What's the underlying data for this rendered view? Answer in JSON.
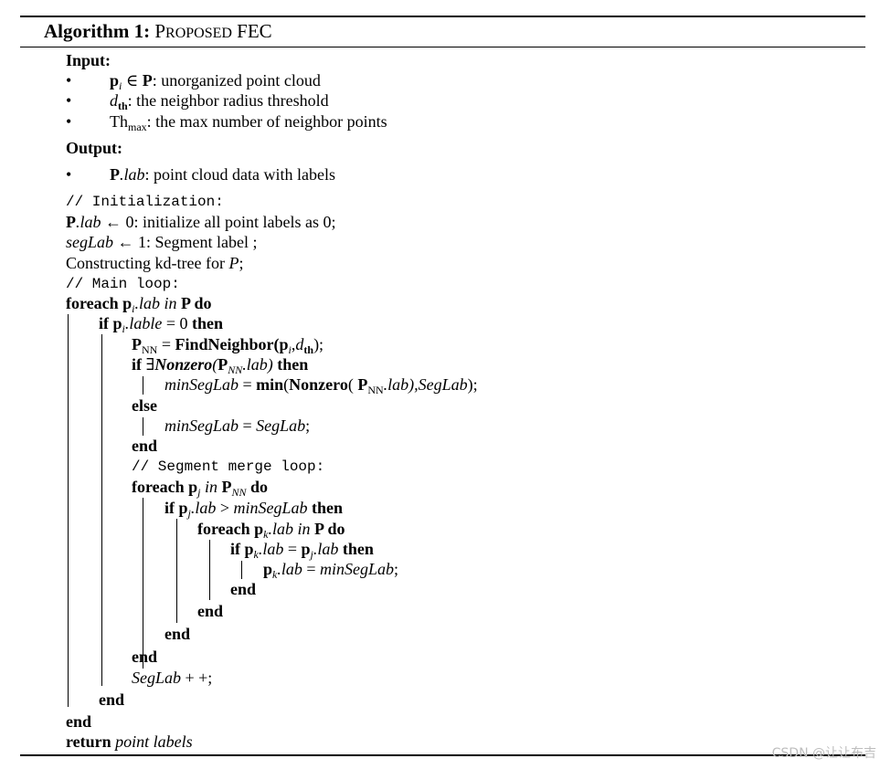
{
  "algorithm": {
    "label": "Algorithm 1:",
    "title_first": "P",
    "title_small": "ROPOSED",
    "title_rest": " FEC"
  },
  "input": {
    "heading": "Input:",
    "bullet": "•",
    "items": [
      {
        "sym": "p",
        "sub": "i",
        "rel": " ∈ ",
        "set": "P",
        "desc": ": unorganized point cloud"
      },
      {
        "sym": "d",
        "sub": "th",
        "desc": ": the neighbor radius threshold"
      },
      {
        "sym": "Th",
        "sub": "max",
        "desc": ": the max number of neighbor points"
      }
    ]
  },
  "output": {
    "heading": "Output:",
    "items": [
      {
        "sym": "P",
        "field": ".lab",
        "desc": ": point cloud data with labels"
      }
    ]
  },
  "body": {
    "comment_init": "// Initialization:",
    "init1": {
      "sym": "P",
      "field": ".lab",
      "rest": " ← 0: initialize all point labels as 0;"
    },
    "init2": {
      "var": "segLab",
      "rest": " ← 1: Segment label ;"
    },
    "init3": {
      "text": "Constructing kd-tree for ",
      "var": "P",
      "end": ";"
    },
    "comment_main": "// Main loop:",
    "foreach1": {
      "kw": "foreach",
      "p": "p",
      "sub": "i",
      "field": ".lab in ",
      "set": "P",
      "do": " do"
    },
    "if1": {
      "kw": "if",
      "p": "p",
      "sub": "i",
      "field": ".lable",
      "rest": " = 0 ",
      "then": "then"
    },
    "assign_nn": {
      "lhs": "P",
      "lhs_sub": "NN",
      "eq": " = ",
      "fn": "FindNeighbor",
      "open": "(",
      "p": "p",
      "p_sub": "i",
      "comma": ",",
      "d": "d",
      "d_sub": "th",
      "close": ");"
    },
    "if2": {
      "kw": "if",
      "exists": " ∃",
      "fn": "Nonzero",
      "open": "(",
      "P": "P",
      "P_sub": "NN",
      "field": ".lab)",
      "then": " then"
    },
    "assign_min1": {
      "var": "minSegLab",
      "eq": " = ",
      "fn": "min",
      "open": "(",
      "fn2": "Nonzero",
      "open2": "( ",
      "P": "P",
      "P_sub": "NN",
      "field": ".lab),",
      "var2": "SegLab",
      "close": ");"
    },
    "else": "else",
    "assign_min2": {
      "var": "minSegLab",
      "eq": " = ",
      "var2": "SegLab",
      "end": ";"
    },
    "end1": "end",
    "comment_merge": "// Segment merge loop:",
    "foreach2": {
      "kw": "foreach",
      "p": "p",
      "sub": "j",
      "in": " in ",
      "P": "P",
      "P_sub": "NN",
      "do": " do"
    },
    "if3": {
      "kw": "if",
      "p": "p",
      "sub": "j",
      "field": ".lab",
      "rest": " > ",
      "var": "minSegLab",
      "then": " then"
    },
    "foreach3": {
      "kw": "foreach",
      "p": "p",
      "sub": "k",
      "field": ".lab in ",
      "set": "P",
      "do": " do"
    },
    "if4": {
      "kw": "if",
      "p": "p",
      "sub": "k",
      "field": ".lab",
      "eq": " = ",
      "p2": "p",
      "sub2": "j",
      "field2": ".lab",
      "then": " then"
    },
    "assign_k": {
      "p": "p",
      "sub": "k",
      "field": ".lab",
      "eq": " = ",
      "var": "minSegLab",
      "end": ";"
    },
    "end_if4": "end",
    "end_foreach3": "end",
    "end_if3": "end",
    "end_foreach2": "end",
    "seglab_inc": {
      "var": "SegLab",
      "op": " + +;"
    },
    "end_if1": "end",
    "end_foreach1": "end",
    "return": {
      "kw": "return",
      "val": " point labels"
    }
  },
  "watermark": "CSDN @让让布吉"
}
